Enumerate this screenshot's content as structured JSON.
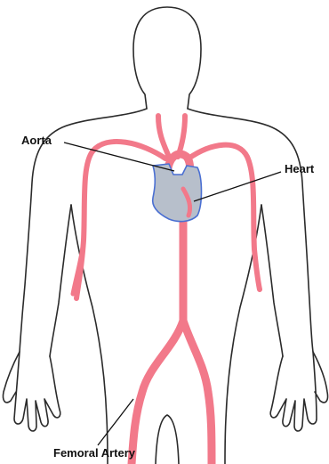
{
  "labels": {
    "aorta": "Aorta",
    "heart": "Heart",
    "femoral_artery": "Femoral Artery"
  },
  "colors": {
    "artery": "#f2798a",
    "heart_fill": "#b7bfcb",
    "heart_outline": "#4a6fd2",
    "outline": "#2b2b2b",
    "background": "#ffffff"
  }
}
